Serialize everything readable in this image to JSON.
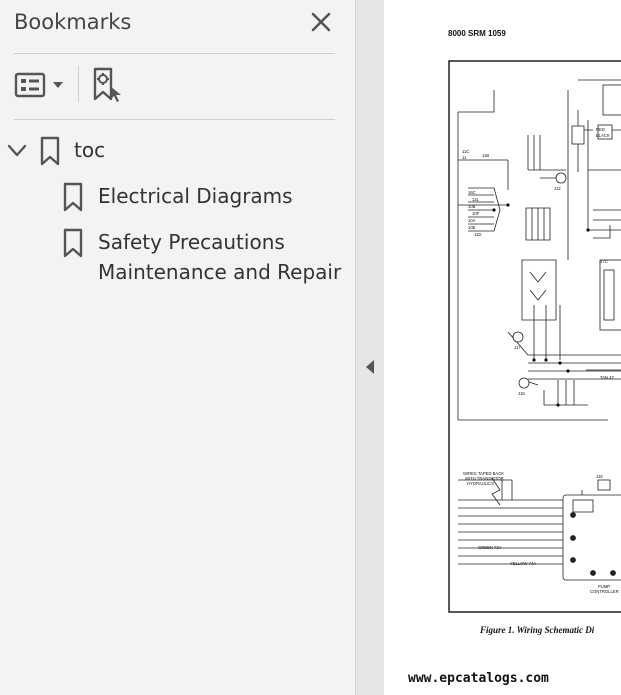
{
  "sidebar": {
    "title": "Bookmarks",
    "bookmarks": [
      {
        "label": "toc",
        "expanded": true
      },
      {
        "label": "Electrical Diagrams"
      },
      {
        "label": "Safety Precautions Maintenance and Repair"
      }
    ]
  },
  "document": {
    "header": "8000 SRM 1059",
    "figure_caption": "Figure 1. Wiring Schematic Di",
    "watermark": "www.epcatalogs.com",
    "schematic_labels": {
      "l1": "11C",
      "l2": "11",
      "l3": "11B",
      "l4": "RED",
      "l5": "BLACK",
      "l6": "16C",
      "l7": "12L",
      "l8": "10B",
      "l9": "10F",
      "l10": "10A",
      "l11": "10E",
      "l12": "11D",
      "l13": "J12",
      "l14": "J17",
      "l15": "J16",
      "l16": "TAN 47",
      "l17": "WIRES TAPED BACK",
      "l18": "WITH TRANSISTOR",
      "l19": "HYDRAULICS",
      "l20": "GREEN 73A",
      "l21": "YELLOW 74A",
      "l22": "J15",
      "l23": "PUMP",
      "l24": "CONTROLLER",
      "l25": "47C"
    }
  },
  "colors": {
    "sidebar_bg": "#f3f3f3",
    "icon": "#555555",
    "text": "#333333"
  },
  "icons": [
    "close-icon",
    "list-view-icon",
    "dropdown-caret-icon",
    "add-bookmark-icon",
    "chevron-down-icon",
    "bookmark-icon",
    "collapse-left-icon"
  ]
}
